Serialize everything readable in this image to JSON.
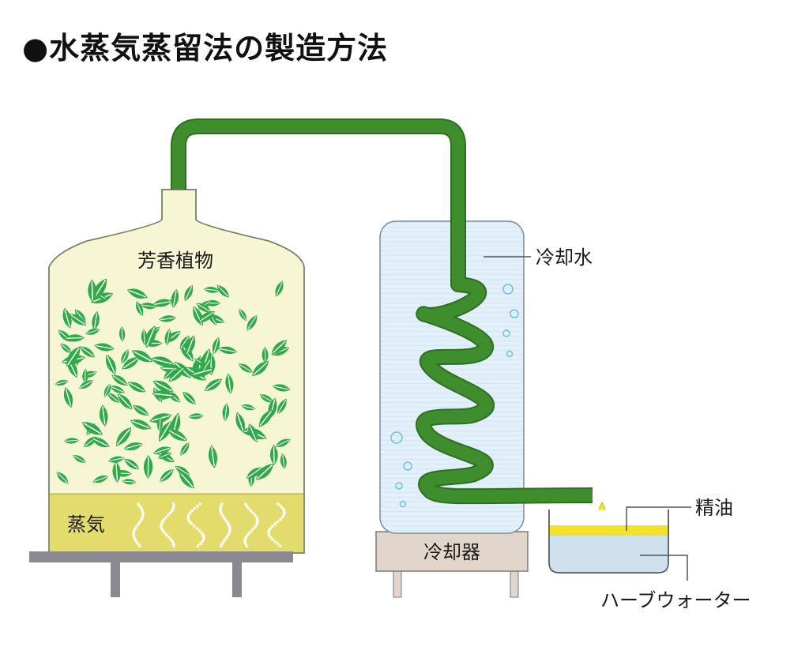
{
  "title": "●水蒸気蒸留法の製造方法",
  "labels": {
    "plants": "芳香植物",
    "steam": "蒸気",
    "cooling_water": "冷却水",
    "condenser": "冷却器",
    "essential_oil": "精油",
    "herb_water": "ハーブウォーター"
  },
  "colors": {
    "pipe": "#3e8e2d",
    "pipe_edge": "#2f6f22",
    "vessel_fill": "#f6f6d4",
    "vessel_water": "#e3dc6c",
    "leaf": "#2faa48",
    "condenser_fill": "#e2f0fb",
    "condenser_base": "#e2d6cc",
    "plate": "#8a8890",
    "oil": "#f2e22a",
    "herb_water": "#cfe0ef",
    "line": "#555555"
  },
  "icons": {
    "droplet": "oil-droplet-icon",
    "bubble": "bubble-icon",
    "leaf": "leaf-icon"
  }
}
